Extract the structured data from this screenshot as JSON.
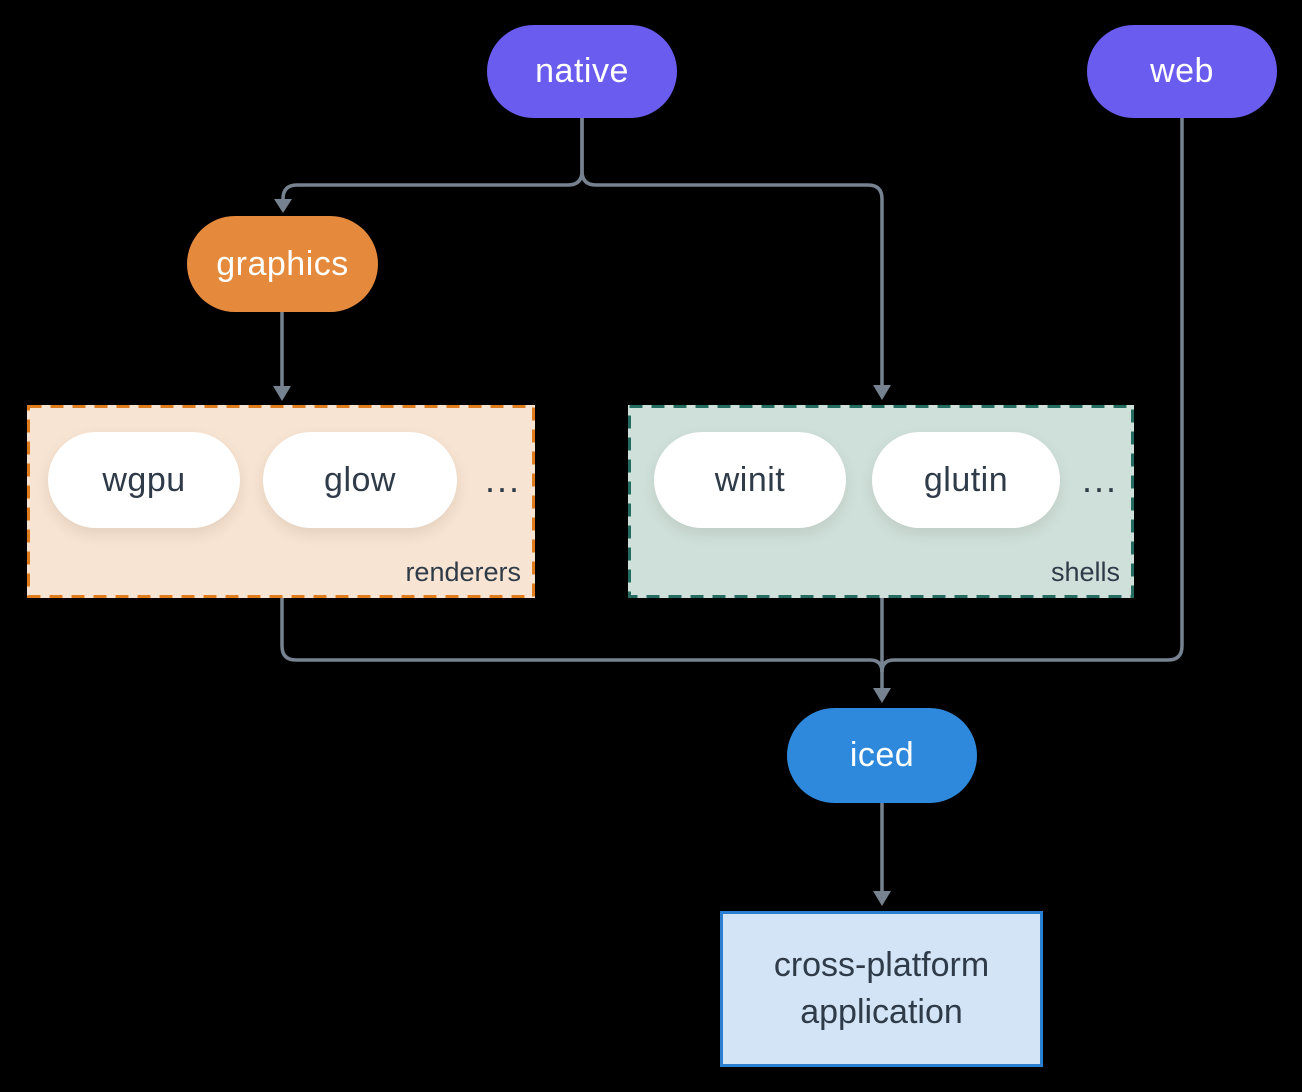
{
  "nodes": {
    "native": {
      "label": "native",
      "fill": "#6A5CEE",
      "text_color": "#FFFFFF"
    },
    "web": {
      "label": "web",
      "fill": "#6A5CEE",
      "text_color": "#FFFFFF"
    },
    "graphics": {
      "label": "graphics",
      "fill": "#E58A3C",
      "text_color": "#FFFFFF"
    },
    "iced": {
      "label": "iced",
      "fill": "#2E89DC",
      "text_color": "#FFFFFF"
    },
    "application": {
      "label": "cross-platform application",
      "fill": "#D2E4F6",
      "border": "#2B7FD0",
      "text_color": "#2F3B48"
    }
  },
  "groups": {
    "renderers": {
      "label": "renderers",
      "ellipsis": "...",
      "items": [
        {
          "label": "wgpu"
        },
        {
          "label": "glow"
        }
      ],
      "fill": "#F8E4D2",
      "border": "#DE7C1E"
    },
    "shells": {
      "label": "shells",
      "ellipsis": "...",
      "items": [
        {
          "label": "winit"
        },
        {
          "label": "glutin"
        }
      ],
      "fill": "#CFE0DA",
      "border": "#256C60"
    }
  },
  "connectors": {
    "color": "#76828F",
    "edges": [
      {
        "from": "native",
        "to": "graphics"
      },
      {
        "from": "native",
        "to": "shells"
      },
      {
        "from": "graphics",
        "to": "renderers"
      },
      {
        "from": "renderers",
        "to": "iced"
      },
      {
        "from": "shells",
        "to": "iced"
      },
      {
        "from": "web",
        "to": "iced"
      },
      {
        "from": "iced",
        "to": "application"
      }
    ]
  }
}
